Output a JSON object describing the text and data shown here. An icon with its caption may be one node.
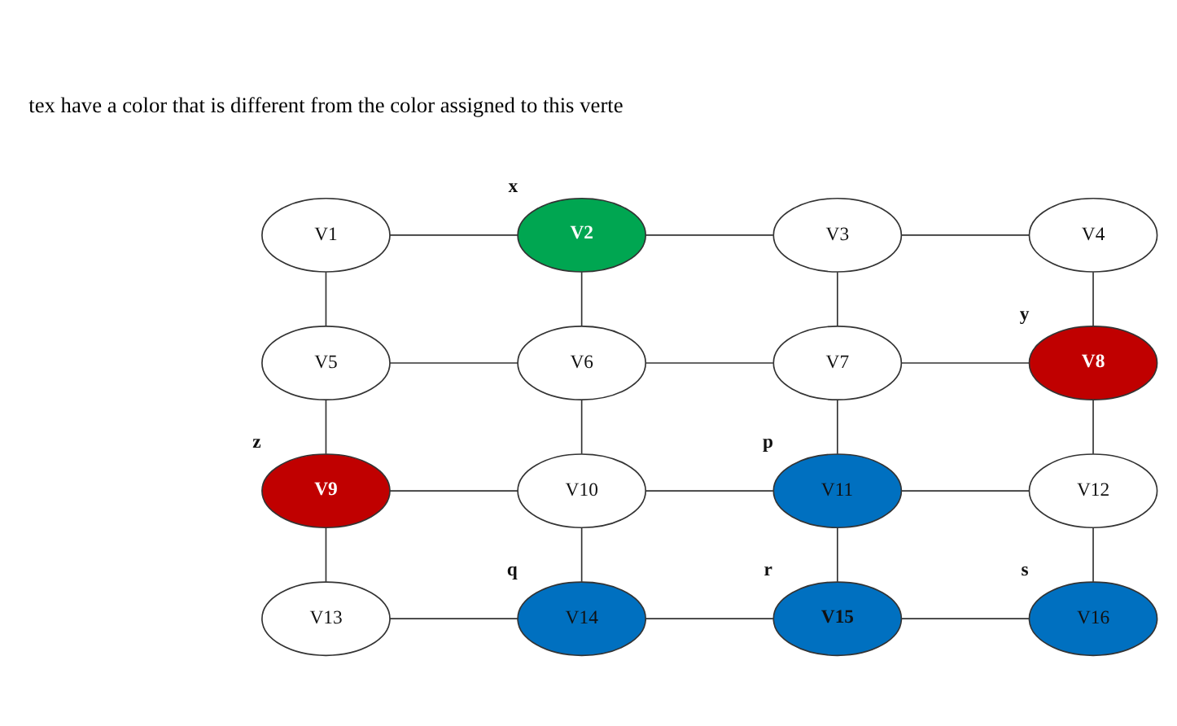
{
  "diagram": {
    "nodes": [
      {
        "text": [
          "V1"
        ]
      },
      {
        "text": [
          "V2"
        ],
        "beside": [
          "x"
        ]
      },
      {
        "text": [
          "V3"
        ]
      },
      {
        "text": [
          "V4"
        ]
      },
      {
        "text": [
          "V5"
        ]
      },
      {
        "text": [
          "V6"
        ]
      },
      {
        "text": [
          "V7"
        ]
      },
      {
        "text": [
          "V8"
        ],
        "beside": [
          "y"
        ]
      },
      {
        "text": [
          "V9"
        ],
        "beside": [
          "z"
        ]
      },
      {
        "text": [
          "V10"
        ]
      },
      {
        "text": [
          "V11"
        ],
        "beside": [
          "p"
        ]
      },
      {
        "text": [
          "V12"
        ]
      },
      {
        "text": [
          "V13"
        ]
      },
      {
        "text": [
          "V14"
        ],
        "beside": [
          "q"
        ]
      },
      {
        "text": [
          "V15"
        ],
        "beside": [
          "r"
        ]
      },
      {
        "text": [
          "V16"
        ],
        "beside": [
          "s"
        ]
      }
    ],
    "edges": [
      {
        "from": 0,
        "to": 1,
        "arrow": "none"
      },
      {
        "from": 1,
        "to": 2,
        "arrow": "none"
      },
      {
        "from": 2,
        "to": 3,
        "arrow": "none"
      },
      {
        "from": 0,
        "to": 4,
        "arrow": "none"
      },
      {
        "from": 1,
        "to": 5,
        "arrow": "none"
      },
      {
        "from": 2,
        "to": 6,
        "arrow": "none"
      },
      {
        "from": 3,
        "to": 7,
        "arrow": "none"
      },
      {
        "from": 4,
        "to": 5,
        "arrow": "none"
      },
      {
        "from": 5,
        "to": 6,
        "arrow": "none"
      },
      {
        "from": 6,
        "to": 7,
        "arrow": "none"
      },
      {
        "from": 4,
        "to": 8,
        "arrow": "none"
      },
      {
        "from": 5,
        "to": 9,
        "arrow": "none"
      },
      {
        "from": 6,
        "to": 10,
        "arrow": "none"
      },
      {
        "from": 7,
        "to": 11,
        "arrow": "none"
      },
      {
        "from": 8,
        "to": 9,
        "arrow": "none"
      },
      {
        "from": 9,
        "to": 10,
        "arrow": "none"
      },
      {
        "from": 10,
        "to": 11,
        "arrow": "none"
      },
      {
        "from": 8,
        "to": 12,
        "arrow": "none"
      },
      {
        "from": 9,
        "to": 13,
        "arrow": "none"
      },
      {
        "from": 10,
        "to": 14,
        "arrow": "none"
      },
      {
        "from": 11,
        "to": 15,
        "arrow": "none"
      },
      {
        "from": 12,
        "to": 13,
        "arrow": "none"
      },
      {
        "from": 13,
        "to": 14,
        "arrow": "none"
      },
      {
        "from": 14,
        "to": 15,
        "arrow": "none"
      }
    ],
    "labels": [
      "tex have a color that is different from the color assigned to this verte"
    ]
  }
}
